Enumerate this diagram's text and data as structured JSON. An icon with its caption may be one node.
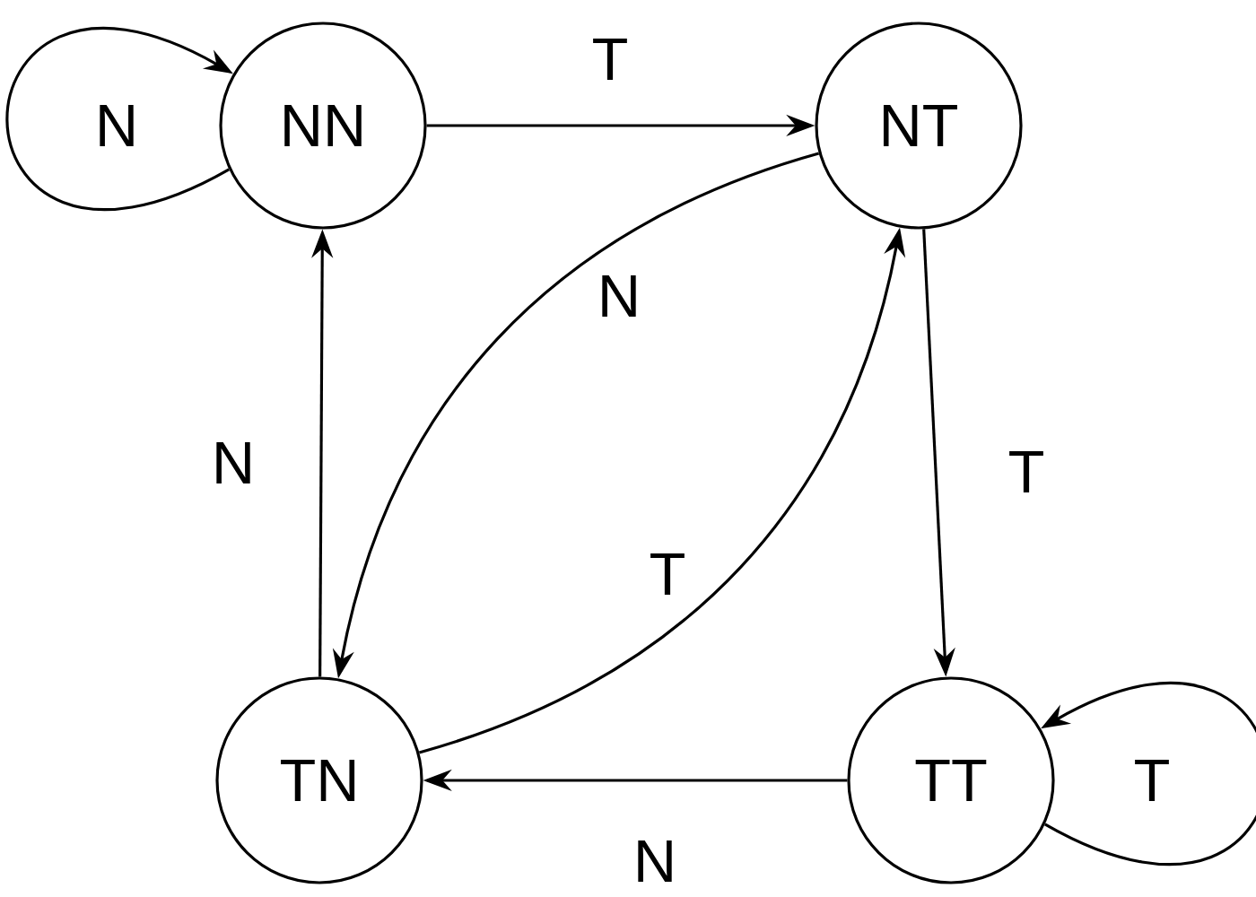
{
  "diagram": {
    "nodes": [
      {
        "text": [
          "NN"
        ]
      },
      {
        "text": [
          "NT"
        ]
      },
      {
        "text": [
          "TN"
        ]
      },
      {
        "text": [
          "TT"
        ]
      }
    ],
    "edges": [
      {
        "from": 0,
        "to": 0,
        "arrow": "to",
        "label": "N"
      },
      {
        "from": 0,
        "to": 1,
        "arrow": "to",
        "label": "T"
      },
      {
        "from": 1,
        "to": 2,
        "arrow": "to",
        "label": "N"
      },
      {
        "from": 2,
        "to": 1,
        "arrow": "to",
        "label": "T"
      },
      {
        "from": 1,
        "to": 3,
        "arrow": "to",
        "label": "T"
      },
      {
        "from": 3,
        "to": 2,
        "arrow": "to",
        "label": "N"
      },
      {
        "from": 2,
        "to": 0,
        "arrow": "to",
        "label": "N"
      },
      {
        "from": 3,
        "to": 3,
        "arrow": "to",
        "label": "T"
      }
    ]
  }
}
